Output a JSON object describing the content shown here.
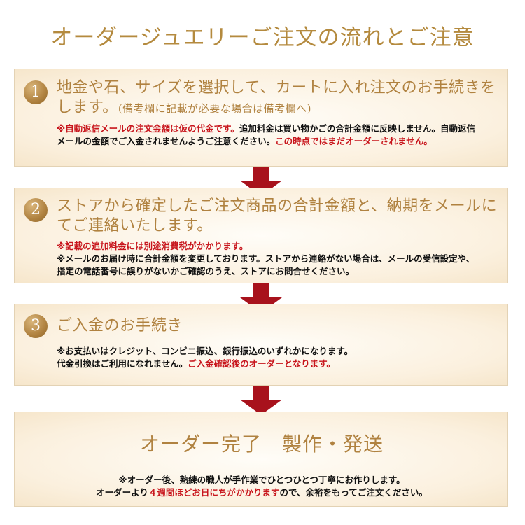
{
  "page_title": "オーダージュエリーご注文の流れとご注意",
  "steps": [
    {
      "number": "1",
      "heading": "地金や石、サイズを選択して、カートに入れ注文のお手続きをします。",
      "heading_note": "(備考欄に記載が必要な場合は備考欄へ)",
      "note_red_1": "※自動返信メールの注文金額は仮の代金です。",
      "note_black_1": "追加料金は買い物かごの合計金額に反映しません。自動返信メールの金額でご入金されませんようご注意ください。",
      "note_red_2": "この時点ではまだオーダーされません。"
    },
    {
      "number": "2",
      "heading": "ストアから確定したご注文商品の合計金額と、納期をメールにてご連絡いたします。",
      "note_red_1": "※記載の追加料金には別途消費税がかかります。",
      "note_black_1": "※メールのお届け時に合計金額を変更しております。ストアから連絡がない場合は、メールの受信設定や、指定の電話番号に誤りがないかご確認のうえ、ストアにお問合せください。"
    },
    {
      "number": "3",
      "heading": "ご入金のお手続き",
      "note_black_1": "※お支払いはクレジット、コンビニ振込、銀行振込のいずれかになります。",
      "note_black_2": "代金引換はご利用になれません。",
      "note_red_1": "ご入金確認後のオーダーとなります。"
    }
  ],
  "final": {
    "heading": "オーダー完了　製作・発送",
    "note_1": "※オーダー後、熟練の職人が手作業でひとつひとつ丁寧にお作りします。",
    "note_2_prefix": "オーダーより",
    "note_2_red": "４週間ほどお日にちがかかります",
    "note_2_suffix": "ので、余裕をもってご注文ください。"
  },
  "colors": {
    "title_gold": "#b48a3e",
    "accent_red": "#c8161d",
    "arrow_red": "#a8121c",
    "box_bg": "#fbf0de"
  }
}
